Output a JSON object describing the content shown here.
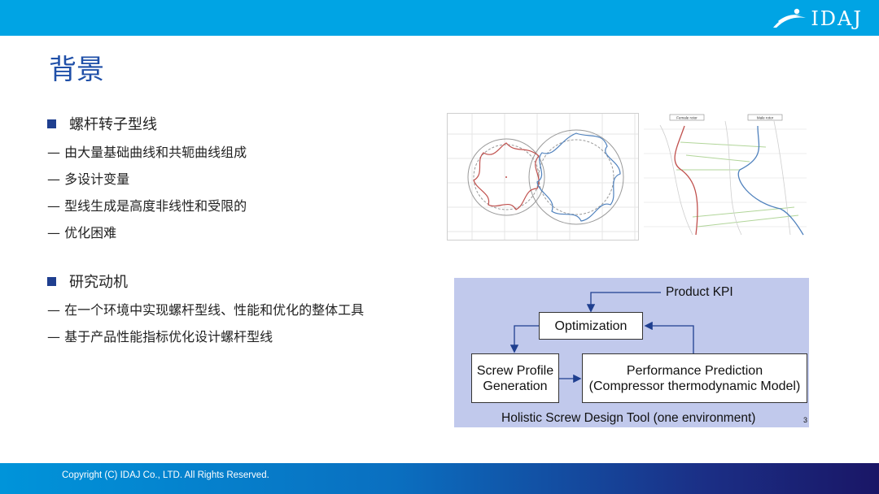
{
  "header": {
    "logo_text": "IDAJ"
  },
  "slide": {
    "title": "背景"
  },
  "section1": {
    "heading": "螺杆转子型线",
    "items": [
      "— 由大量基础曲线和共轭曲线组成",
      "— 多设计变量",
      "— 型线生成是高度非线性和受限的",
      "— 优化困难"
    ]
  },
  "section2": {
    "heading": "研究动机",
    "items": [
      "— 在一个环境中实现螺杆型线、性能和优化的整体工具",
      "— 基于产品性能指标优化设计螺杆型线"
    ]
  },
  "rotor_diagram": {
    "female_label": "Female rotor",
    "male_label": "Male rotor"
  },
  "flowchart": {
    "kpi": "Product KPI",
    "optimization": "Optimization",
    "screw_line1": "Screw Profile",
    "screw_line2": "Generation",
    "perf_line1": "Performance Prediction",
    "perf_line2": "(Compressor thermodynamic Model)",
    "caption": "Holistic Screw Design Tool (one environment)",
    "page_num": "3"
  },
  "footer": {
    "copyright": "Copyright (C)  IDAJ Co., LTD. All Rights Reserved."
  },
  "colors": {
    "topbar": "#00a4e4",
    "title": "#1f4fa8",
    "bullet": "#1f3f8f",
    "flow_bg": "#c1c9ec"
  }
}
